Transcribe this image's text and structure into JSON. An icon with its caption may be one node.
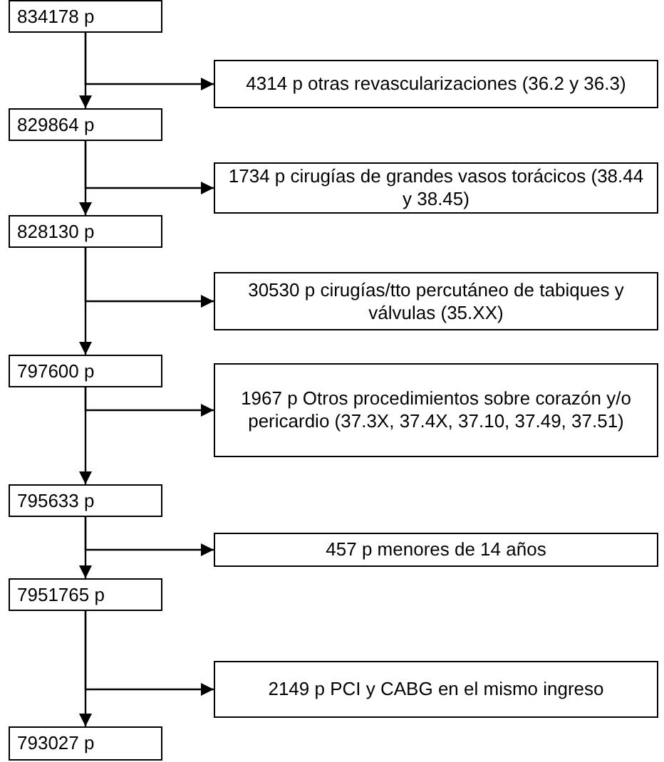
{
  "diagram": {
    "nodes": [
      {
        "text": [
          "834178 p"
        ]
      },
      {
        "text": [
          "4314 p otras revascularizaciones (36.2 y 36.3)"
        ]
      },
      {
        "text": [
          "829864 p"
        ]
      },
      {
        "text": [
          "1734 p cirugías de grandes vasos torácicos (38.44 y 38.45)"
        ]
      },
      {
        "text": [
          "828130 p"
        ]
      },
      {
        "text": [
          "30530  p cirugías/tto percutáneo  de tabiques y válvulas (35.XX)"
        ]
      },
      {
        "text": [
          "797600 p"
        ]
      },
      {
        "text": [
          "1967 p Otros procedimientos sobre corazón y/o pericardio (37.3X, 37.4X, 37.10, 37.49, 37.51)"
        ]
      },
      {
        "text": [
          "795633 p"
        ]
      },
      {
        "text": [
          "457 p menores de 14 años"
        ]
      },
      {
        "text": [
          "7951765 p"
        ]
      },
      {
        "text": [
          "2149 p PCI y CABG en el mismo ingreso"
        ]
      },
      {
        "text": [
          "793027 p"
        ]
      }
    ],
    "edges": [
      {
        "from": 0,
        "to": 2,
        "arrow": "to"
      },
      {
        "from": 0,
        "to": 1,
        "arrow": "to"
      },
      {
        "from": 2,
        "to": 4,
        "arrow": "to"
      },
      {
        "from": 2,
        "to": 3,
        "arrow": "to"
      },
      {
        "from": 4,
        "to": 6,
        "arrow": "to"
      },
      {
        "from": 4,
        "to": 5,
        "arrow": "to"
      },
      {
        "from": 6,
        "to": 8,
        "arrow": "to"
      },
      {
        "from": 6,
        "to": 7,
        "arrow": "to"
      },
      {
        "from": 8,
        "to": 10,
        "arrow": "to"
      },
      {
        "from": 8,
        "to": 9,
        "arrow": "to"
      },
      {
        "from": 10,
        "to": 12,
        "arrow": "to"
      },
      {
        "from": 10,
        "to": 11,
        "arrow": "to"
      }
    ]
  }
}
